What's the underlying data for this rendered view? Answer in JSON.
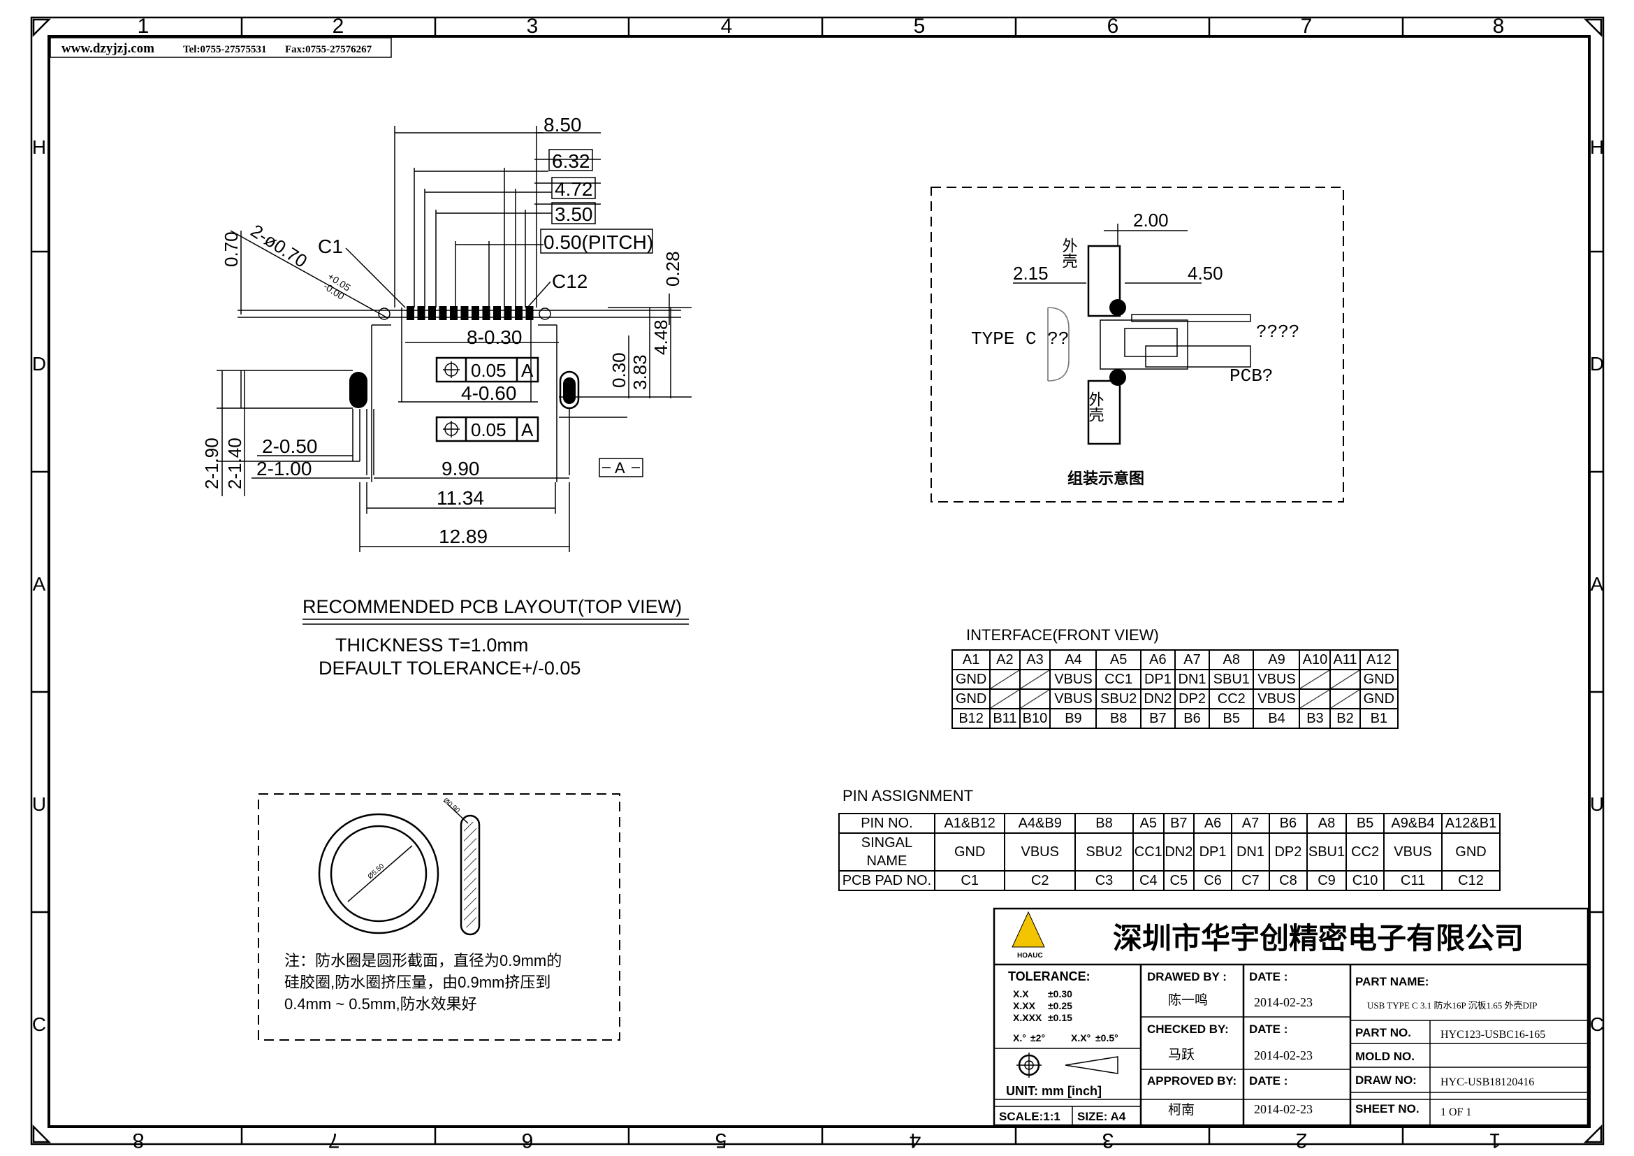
{
  "header": {
    "site": "www.dzyjzj.com",
    "tel": "Tel:0755-27575531",
    "fax": "Fax:0755-27576267"
  },
  "border": {
    "col_numbers_top": [
      "1",
      "2",
      "3",
      "4",
      "5",
      "6",
      "7",
      "8"
    ],
    "col_numbers_bottom": [
      "8",
      "7",
      "6",
      "5",
      "4",
      "3",
      "2",
      "1"
    ],
    "row_letters_left": [
      "H",
      "D",
      "A",
      "U",
      "C"
    ],
    "row_letters_right": [
      "H",
      "D",
      "A",
      "U",
      "C"
    ]
  },
  "pcb_layout": {
    "dims": {
      "d_8_50": "8.50",
      "d_6_32": "6.32",
      "d_4_72": "4.72",
      "d_3_50": "3.50",
      "pitch": "0.50(PITCH)",
      "d_0_70": "0.70",
      "hole": "2-ø0.70",
      "hole_tol_plus": "+0.05",
      "hole_tol_minus": "-0.00",
      "c1": "C1",
      "c12": "C12",
      "d_0_28": "0.28",
      "d_8_030": "8-0.30",
      "d_4_060": "4-0.60",
      "d_0_30": "0.30",
      "d_3_83": "3.83",
      "d_4_48": "4.48",
      "d_2_190": "2-1.90",
      "d_2_140": "2-1.40",
      "d_2_050": "2-0.50",
      "d_2_100": "2-1.00",
      "d_9_90": "9.90",
      "d_11_34": "11.34",
      "d_12_89": "12.89",
      "datum": "A",
      "fcf_tol": "0.05",
      "fcf_ref": "A"
    },
    "title": "RECOMMENDED PCB LAYOUT(TOP VIEW)",
    "thickness": "THICKNESS T=1.0mm",
    "tolerance": "DEFAULT TOLERANCE+/-0.05"
  },
  "assembly": {
    "d_2_00": "2.00",
    "d_2_15": "2.15",
    "d_4_50": "4.50",
    "shell_top": "外壳",
    "shell_bottom": "外壳",
    "type_c": "TYPE C ??",
    "unknown": "????",
    "pcb": "PCB?",
    "caption": "组装示意图"
  },
  "interface": {
    "title": "INTERFACE(FRONT VIEW)",
    "rows": [
      [
        "A1",
        "A2",
        "A3",
        "A4",
        "A5",
        "A6",
        "A7",
        "A8",
        "A9",
        "A10",
        "A11",
        "A12"
      ],
      [
        "GND",
        "",
        "",
        "VBUS",
        "CC1",
        "DP1",
        "DN1",
        "SBU1",
        "VBUS",
        "",
        "",
        "GND"
      ],
      [
        "GND",
        "",
        "",
        "VBUS",
        "SBU2",
        "DN2",
        "DP2",
        "CC2",
        "VBUS",
        "",
        "",
        "GND"
      ],
      [
        "B12",
        "B11",
        "B10",
        "B9",
        "B8",
        "B7",
        "B6",
        "B5",
        "B4",
        "B3",
        "B2",
        "B1"
      ]
    ]
  },
  "pin_assignment": {
    "title": "PIN ASSIGNMENT",
    "rows": [
      [
        "PIN NO.",
        "A1&B12",
        "A4&B9",
        "B8",
        "A5",
        "B7",
        "A6",
        "A7",
        "B6",
        "A8",
        "B5",
        "A9&B4",
        "A12&B1"
      ],
      [
        "SINGAL NAME",
        "GND",
        "VBUS",
        "SBU2",
        "CC1",
        "DN2",
        "DP1",
        "DN1",
        "DP2",
        "SBU1",
        "CC2",
        "VBUS",
        "GND"
      ],
      [
        "PCB PAD NO.",
        "C1",
        "C2",
        "C3",
        "C4",
        "C5",
        "C6",
        "C7",
        "C8",
        "C9",
        "C10",
        "C11",
        "C12"
      ]
    ]
  },
  "oring": {
    "dim_a": "Ø0.90",
    "dim_b": "Ø5.50",
    "note_line1": "注：防水圈是圆形截面，直径为0.9mm的",
    "note_line2": "硅胶圈,防水圈挤压量，由0.9mm挤压到",
    "note_line3": "0.4mm ~ 0.5mm,防水效果好"
  },
  "title_block": {
    "logo_text": "HOAUC",
    "company": "深圳市华宇创精密电子有限公司",
    "tolerance_label": "TOLERANCE:",
    "tol_x": "X.X",
    "tol_x_val": "±0.30",
    "tol_xx": "X.XX",
    "tol_xx_val": "±0.25",
    "tol_xxx": "X.XXX",
    "tol_xxx_val": "±0.15",
    "tol_ang1": "X.°",
    "tol_ang1_val": "±2°",
    "tol_ang2": "X.X°",
    "tol_ang2_val": "±0.5°",
    "unit": "UNIT:  mm  [inch]",
    "scale": "SCALE:1:1",
    "size": "SIZE:  A4",
    "drawn_by_label": "DRAWED BY :",
    "drawn_by": "陈一鸣",
    "checked_by_label": "CHECKED BY:",
    "checked_by": "马跃",
    "approved_by_label": "APPROVED BY:",
    "approved_by": "柯南",
    "date_label": "DATE :",
    "date1": "2014-02-23",
    "date2": "2014-02-23",
    "date3": "2014-02-23",
    "part_name_label": "PART NAME:",
    "part_name": "USB TYPE C 3.1 防水16P 沉板1.65 外壳DIP",
    "part_no_label": "PART NO.",
    "part_no": "HYC123-USBC16-165",
    "mold_no_label": "MOLD NO.",
    "mold_no": "",
    "draw_no_label": "DRAW NO:",
    "draw_no": "HYC-USB18120416",
    "sheet_no_label": "SHEET NO.",
    "sheet_no": "1 OF 1"
  }
}
